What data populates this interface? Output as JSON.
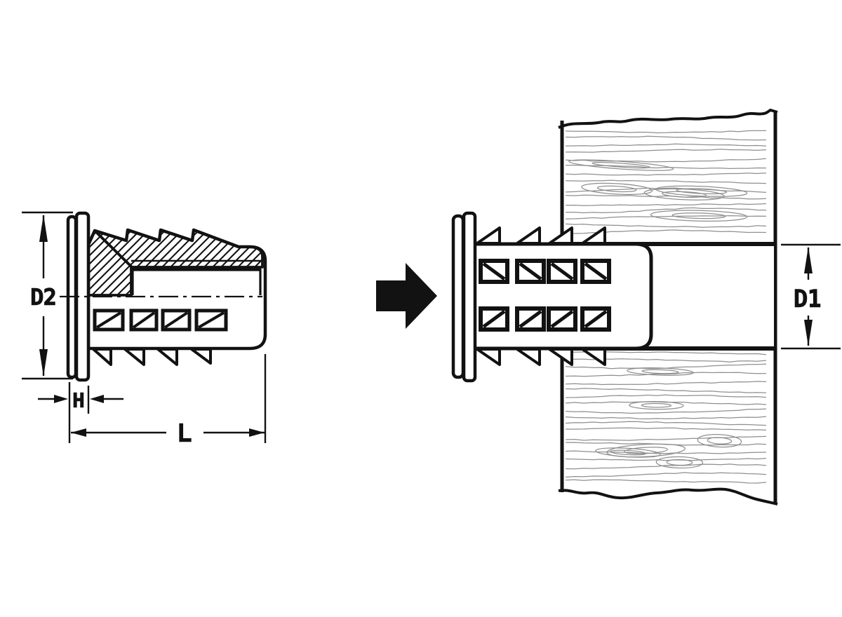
{
  "diagram": {
    "labels": {
      "d2": "D2",
      "h": "H",
      "l": "L",
      "d1": "D1"
    },
    "icons": {
      "install_arrow": "arrow-right"
    },
    "colors": {
      "line": "#121212",
      "wood_grain": "#8f8f8f",
      "background": "#ffffff"
    }
  }
}
